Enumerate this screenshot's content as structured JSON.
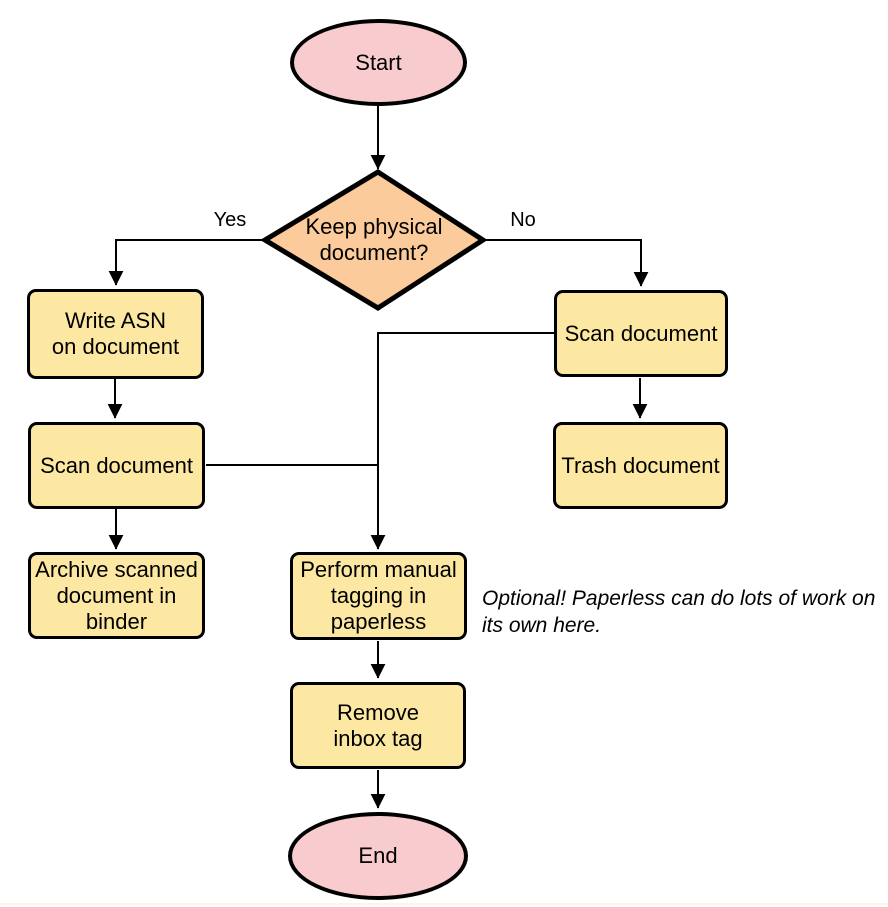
{
  "nodes": {
    "start": {
      "shape": "terminal",
      "label": "Start",
      "lines": [
        "Start"
      ]
    },
    "decision": {
      "shape": "decision",
      "label": "Keep physical document?",
      "lines": [
        "Keep physical",
        "document?"
      ]
    },
    "write_asn": {
      "shape": "process",
      "label": "Write ASN on document",
      "lines": [
        "Write ASN",
        "on document"
      ]
    },
    "scan_left": {
      "shape": "process",
      "label": "Scan document",
      "lines": [
        "Scan document"
      ]
    },
    "archive": {
      "shape": "process",
      "label": "Archive scanned document in binder",
      "lines": [
        "Archive scanned",
        "document in",
        "binder"
      ]
    },
    "scan_right": {
      "shape": "process",
      "label": "Scan document",
      "lines": [
        "Scan document"
      ]
    },
    "trash": {
      "shape": "process",
      "label": "Trash document",
      "lines": [
        "Trash document"
      ]
    },
    "tagging": {
      "shape": "process",
      "label": "Perform manual tagging in paperless",
      "lines": [
        "Perform manual",
        "tagging in",
        "paperless"
      ]
    },
    "remove_inbox": {
      "shape": "process",
      "label": "Remove inbox tag",
      "lines": [
        "Remove",
        "inbox tag"
      ]
    },
    "end": {
      "shape": "terminal",
      "label": "End",
      "lines": [
        "End"
      ]
    }
  },
  "edge_labels": {
    "yes": "Yes",
    "no": "No"
  },
  "note": {
    "text": "Optional! Paperless can do lots of work on its own here.",
    "lines": [
      "Optional! Paperless can do lots of work on",
      "its own here."
    ]
  },
  "colors": {
    "terminal_fill": "#f8ccce",
    "decision_fill": "#fbcb9b",
    "process_fill": "#fce8a2",
    "stroke": "#000000",
    "text": "#000000",
    "background": "#ffffff"
  }
}
